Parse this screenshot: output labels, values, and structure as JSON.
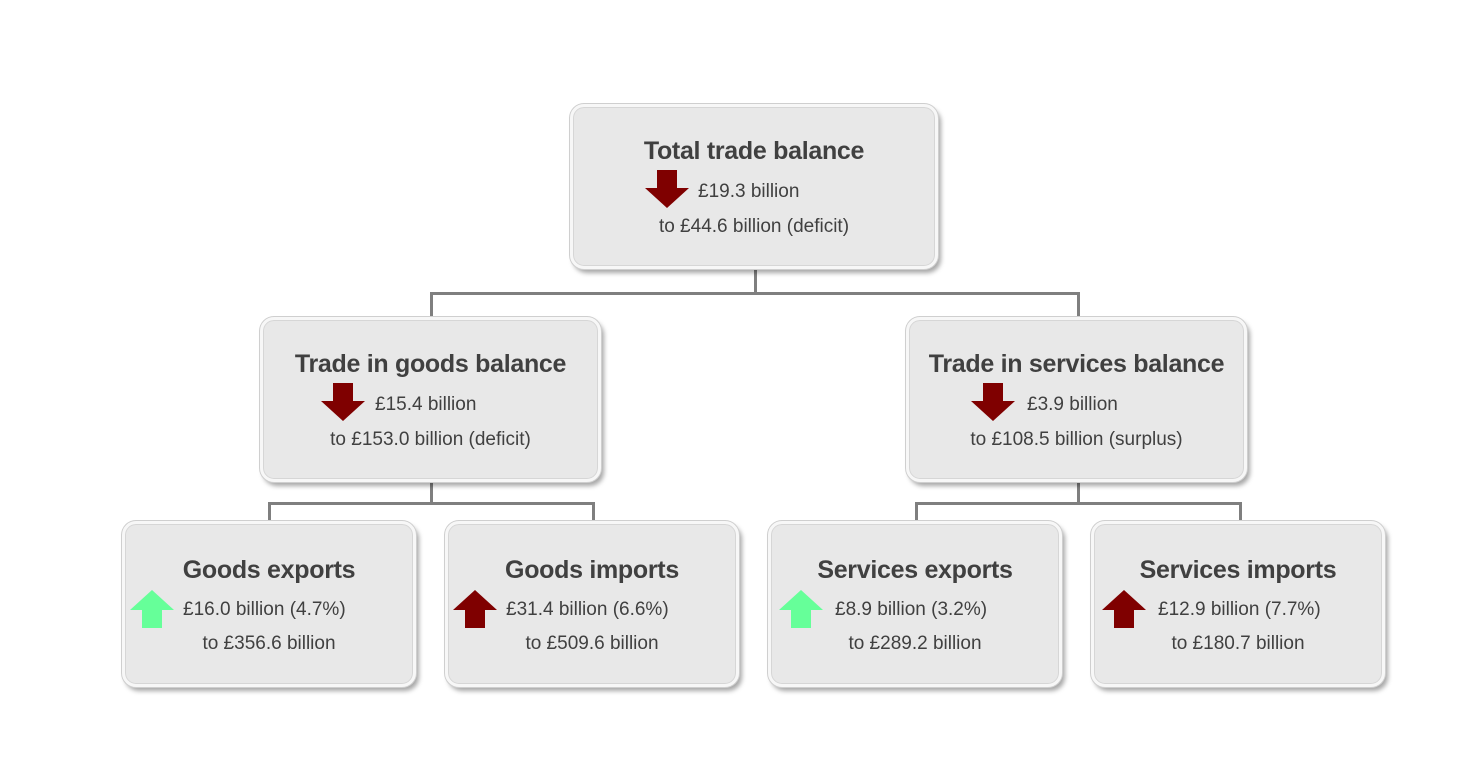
{
  "colors": {
    "down": "#7f0000",
    "up_good": "#66ff99",
    "up_bad": "#7f0000",
    "box": "#e8e8e8",
    "connector": "#7f7f7f"
  },
  "total": {
    "title": "Total trade balance",
    "change": "£19.3 billion",
    "result": "to  £44.6 billion (deficit)",
    "arrow": "arrow-down-icon"
  },
  "goods": {
    "title": "Trade in goods balance",
    "change": "£15.4 billion",
    "result": "to £153.0 billion (deficit)",
    "arrow": "arrow-down-icon"
  },
  "services": {
    "title": "Trade in services balance",
    "change": "£3.9 billion",
    "result": "to £108.5 billion (surplus)",
    "arrow": "arrow-down-icon"
  },
  "goods_exports": {
    "title": "Goods exports",
    "change": "£16.0 billion (4.7%)",
    "result": "to £356.6 billion",
    "arrow": "arrow-up-icon"
  },
  "goods_imports": {
    "title": "Goods imports",
    "change": "£31.4 billion (6.6%)",
    "result": "to £509.6 billion",
    "arrow": "arrow-up-icon"
  },
  "services_exports": {
    "title": "Services exports",
    "change": "£8.9 billion (3.2%)",
    "result": "to £289.2 billion",
    "arrow": "arrow-up-icon"
  },
  "services_imports": {
    "title": "Services imports",
    "change": "£12.9 billion (7.7%)",
    "result": "to £180.7 billion",
    "arrow": "arrow-up-icon"
  }
}
